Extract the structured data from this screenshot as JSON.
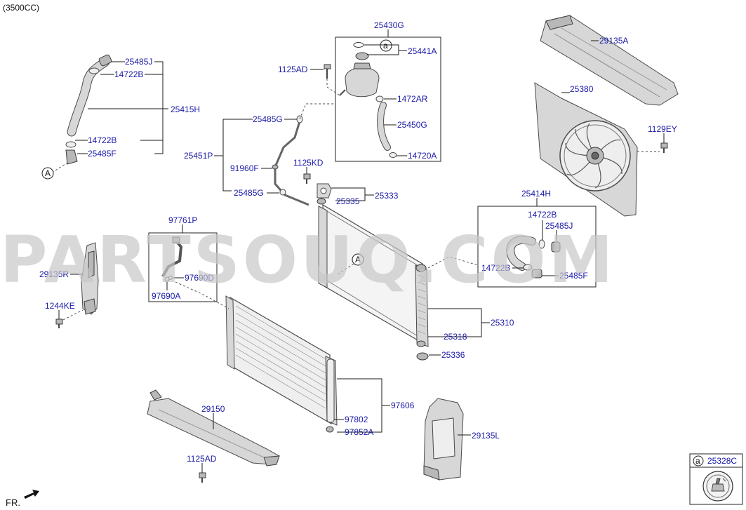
{
  "header": {
    "engine": "(3500CC)"
  },
  "watermark": "PARTSOUQ.COM",
  "footer": {
    "front": "FR."
  },
  "colors": {
    "label": "#1a1aa8",
    "parts": "#d7d7d7",
    "lines": "#1a1a1a",
    "watermark": "#c8c8c8"
  },
  "callouts": {
    "A_left": "A",
    "A_center": "A",
    "a_reservoir": "a",
    "a_legend": "a"
  },
  "labels": {
    "p25485J_top": "25485J",
    "p14722B_top": "14722B",
    "p25415H": "25415H",
    "p14722B_low": "14722B",
    "p25485F_low": "25485F",
    "p25430G": "25430G",
    "p25441A": "25441A",
    "p1125AD_top": "1125AD",
    "p1472AR": "1472AR",
    "p25450G": "25450G",
    "p14720A": "14720A",
    "p25485G_top": "25485G",
    "p25451P": "25451P",
    "p91960F": "91960F",
    "p25485G_low": "25485G",
    "p1125KD": "1125KD",
    "p25333": "25333",
    "p25335": "25335",
    "p29135A": "29135A",
    "p25380": "25380",
    "p1129EY": "1129EY",
    "p25414H": "25414H",
    "p14722B_right": "14722B",
    "p25485J_right": "25485J",
    "p14722B_right2": "14722B",
    "p25485F_right": "25485F",
    "p97761P": "97761P",
    "p29135R": "29135R",
    "p97690D": "97690D",
    "p97690A": "97690A",
    "p1244KE": "1244KE",
    "p25310": "25310",
    "p25318": "25318",
    "p25336": "25336",
    "p97606": "97606",
    "p97802": "97802",
    "p97852A": "97852A",
    "p29150": "29150",
    "p1125AD_low": "1125AD",
    "p29135L": "29135L",
    "p25328C": "25328C"
  }
}
